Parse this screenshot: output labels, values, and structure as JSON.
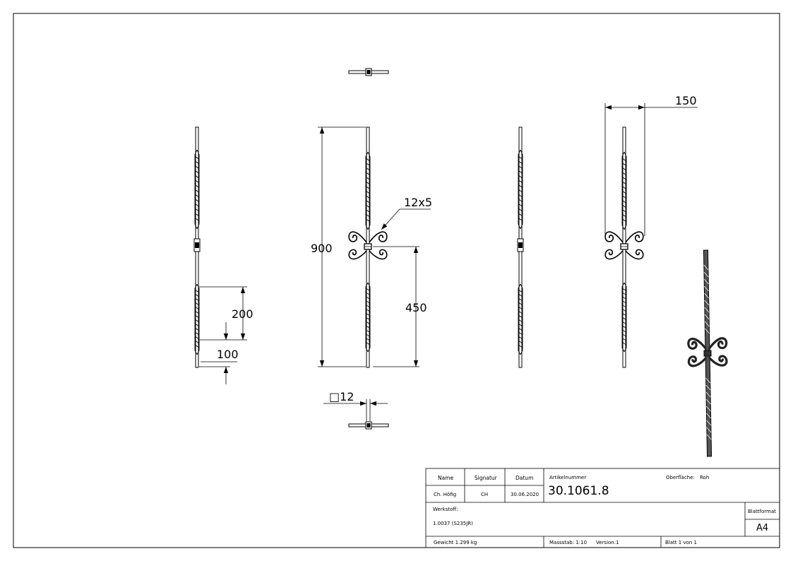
{
  "dimensions": {
    "height_total": "900",
    "height_center": "450",
    "ornament_size": "12x5",
    "scroll_width": "150",
    "twist_length": "200",
    "twist_offset": "100",
    "bar_section": "□12"
  },
  "title_block": {
    "labels": {
      "name": "Name",
      "signatur": "Signatur",
      "datum": "Datum",
      "artikelnummer": "Artikelnummer",
      "oberflaeche": "Oberfläche:",
      "werkstoff": "Werkstoff:",
      "blattformat": "Blattformat",
      "gewicht": "Gewicht",
      "massstab": "Massstab:",
      "version": "Version:",
      "blatt": "Blatt"
    },
    "values": {
      "name": "Ch. Höfig",
      "signatur": "CH",
      "datum": "30.06.2020",
      "artikelnummer": "30.1061.8",
      "oberflaeche": "Roh",
      "werkstoff": "1.0037 (S235JR)",
      "blattformat": "A4",
      "gewicht": "1.299 kg",
      "massstab": "1:10",
      "version": "1",
      "blatt": "1 von 1"
    }
  }
}
